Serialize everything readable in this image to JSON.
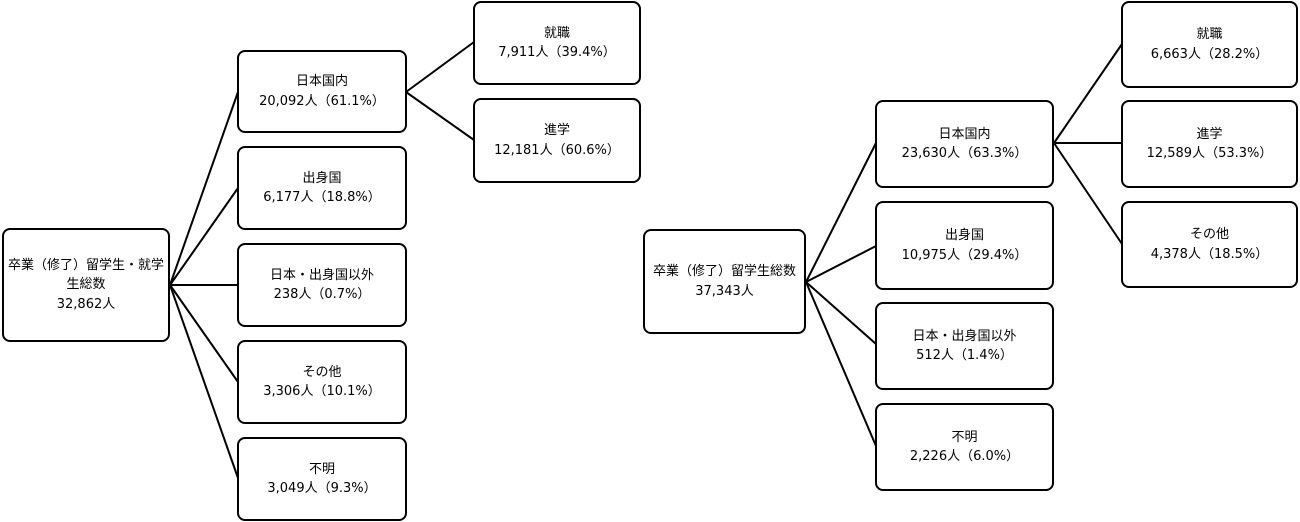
{
  "left_tree": {
    "root": {
      "title_line1": "卒業（修了）留学生・就学",
      "title_line2": "生総数",
      "value": "32,862人"
    },
    "branches": [
      {
        "label": "日本国内",
        "value": "20,092人（61.1%）"
      },
      {
        "label": "出身国",
        "value": "6,177人（18.8%）"
      },
      {
        "label": "日本・出身国以外",
        "value": "238人（0.7%）"
      },
      {
        "label": "その他",
        "value": "3,306人（10.1%）"
      },
      {
        "label": "不明",
        "value": "3,049人（9.3%）"
      }
    ],
    "domestic_children": [
      {
        "label": "就職",
        "value": "7,911人（39.4%）"
      },
      {
        "label": "進学",
        "value": "12,181人（60.6%）"
      }
    ]
  },
  "right_tree": {
    "root": {
      "title": "卒業（修了）留学生総数",
      "value": "37,343人"
    },
    "branches": [
      {
        "label": "日本国内",
        "value": "23,630人（63.3%）"
      },
      {
        "label": "出身国",
        "value": "10,975人（29.4%）"
      },
      {
        "label": "日本・出身国以外",
        "value": "512人（1.4%）"
      },
      {
        "label": "不明",
        "value": "2,226人（6.0%）"
      }
    ],
    "domestic_children": [
      {
        "label": "就職",
        "value": "6,663人（28.2%）"
      },
      {
        "label": "進学",
        "value": "12,589人（53.3%）"
      },
      {
        "label": "その他",
        "value": "4,378人（18.5%）"
      }
    ]
  }
}
